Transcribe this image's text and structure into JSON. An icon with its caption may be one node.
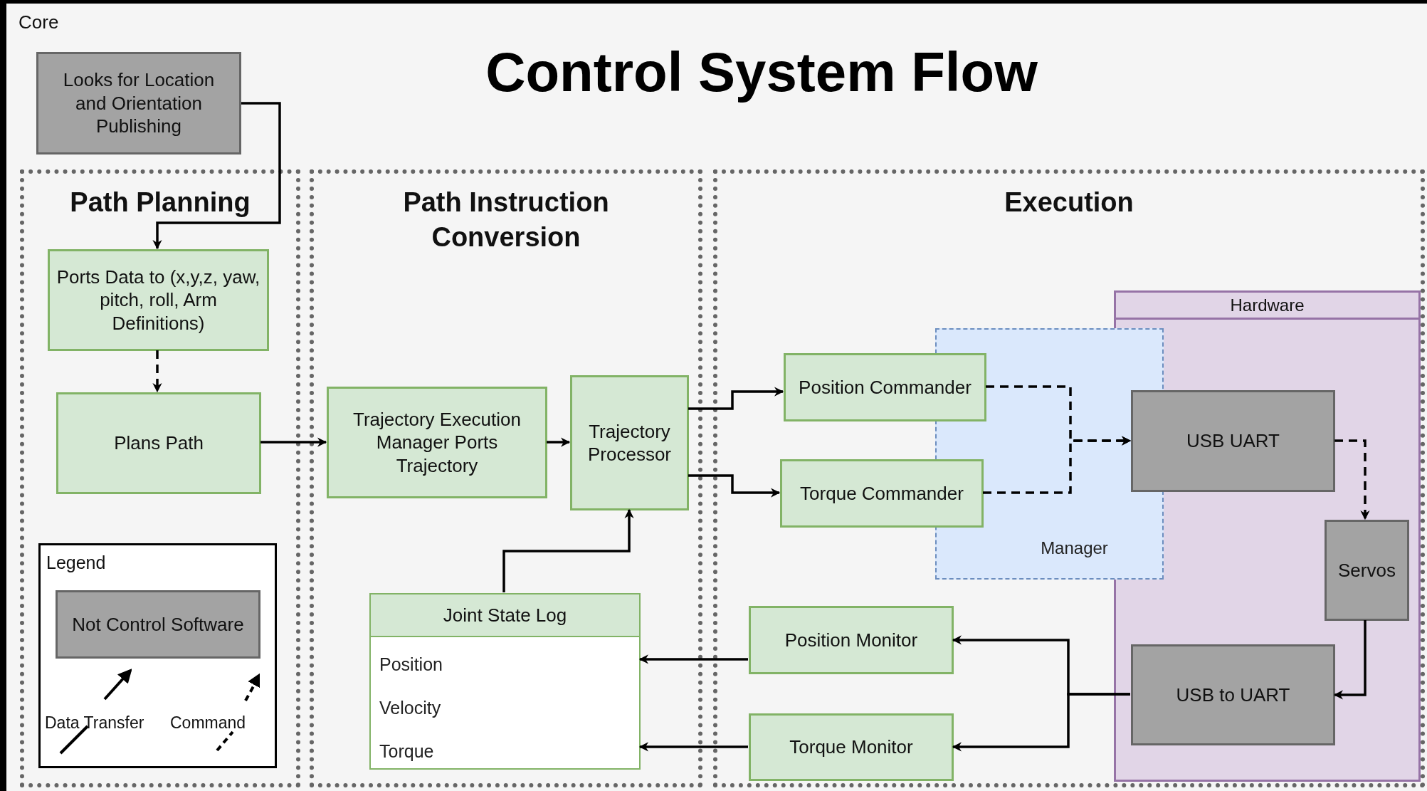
{
  "diagram": {
    "title": "Control System Flow",
    "nodes": [
      {
        "text": [
          "Looks for Location and Orientation Publishing"
        ]
      },
      {
        "text": [
          "Path Planning"
        ]
      },
      {
        "text": [
          "Ports Data to (x,y,z, yaw, pitch, roll, Arm Definitions)"
        ],
        "in": 1
      },
      {
        "text": [
          "Plans Path"
        ],
        "in": 1
      },
      {
        "text": [
          "Path Instruction Conversion"
        ]
      },
      {
        "text": [
          "Trajectory Execution Manager Ports Trajectory"
        ],
        "in": 4
      },
      {
        "text": [
          "Trajectory Processor"
        ],
        "in": 4
      },
      {
        "text": [
          "Joint State Log",
          "Position",
          "Velocity",
          "Torque"
        ],
        "in": 4
      },
      {
        "text": [
          "Execution"
        ]
      },
      {
        "text": [
          "Manager"
        ],
        "in": 8
      },
      {
        "text": [
          "Position Commander"
        ],
        "in": 8
      },
      {
        "text": [
          "Torque Commander"
        ],
        "in": 8
      },
      {
        "text": [
          "Hardware"
        ],
        "in": 8
      },
      {
        "text": [
          "USB UART"
        ],
        "in": 12
      },
      {
        "text": [
          "Servos"
        ],
        "in": 12
      },
      {
        "text": [
          "USB to UART"
        ],
        "in": 12
      },
      {
        "text": [
          "Position Monitor"
        ],
        "in": 8
      },
      {
        "text": [
          "Torque Monitor"
        ],
        "in": 8
      }
    ],
    "edges": [
      {
        "from": 0,
        "to": 2,
        "arrow": "to"
      },
      {
        "from": 2,
        "to": 3,
        "arrow": "to",
        "style": "dashed"
      },
      {
        "from": 3,
        "to": 5,
        "arrow": "to"
      },
      {
        "from": 5,
        "to": 6,
        "arrow": "to"
      },
      {
        "from": 6,
        "to": 10,
        "arrow": "to"
      },
      {
        "from": 6,
        "to": 11,
        "arrow": "to"
      },
      {
        "from": 10,
        "to": 13,
        "arrow": "to",
        "style": "dashed"
      },
      {
        "from": 11,
        "to": 13,
        "arrow": "to",
        "style": "dashed"
      },
      {
        "from": 13,
        "to": 14,
        "arrow": "to",
        "style": "dashed"
      },
      {
        "from": 14,
        "to": 15,
        "arrow": "to"
      },
      {
        "from": 15,
        "to": 16,
        "arrow": "to"
      },
      {
        "from": 15,
        "to": 17,
        "arrow": "to"
      },
      {
        "from": 16,
        "to": 7,
        "arrow": "to"
      },
      {
        "from": 17,
        "to": 7,
        "arrow": "to"
      },
      {
        "from": 7,
        "to": 6,
        "arrow": "to"
      }
    ],
    "labels": [
      "Core",
      "Legend"
    ],
    "legend": [
      {
        "text": "Not Control Software",
        "color": "#a3a3a3"
      },
      {
        "text": "Data Transfer"
      },
      {
        "text": "Command"
      }
    ]
  }
}
